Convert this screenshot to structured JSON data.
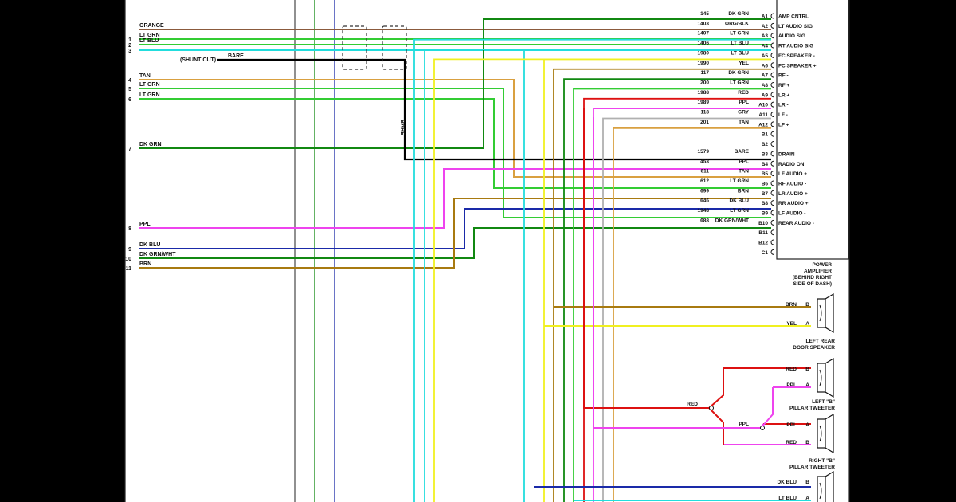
{
  "colors": {
    "orange": "#8b5a3c",
    "ltgrn": "#33cc33",
    "ltblu": "#22dddd",
    "tan": "#d9a040",
    "dkgrn": "#118811",
    "ppl": "#ee44ee",
    "dkblu": "#1a2aa8",
    "brn": "#a87a10",
    "yel": "#f0f020",
    "red": "#dd1111",
    "gry": "#b0b0b0",
    "bare": "#000000",
    "wire_gray": "#555555"
  },
  "left_connector": {
    "wires": [
      {
        "pin": "",
        "label": "ORANGE",
        "color": "orange"
      },
      {
        "pin": "1",
        "label": "LT GRN",
        "color": "ltgrn"
      },
      {
        "pin": "2",
        "label": "LT BLU",
        "color": "ltgrn"
      },
      {
        "pin": "3",
        "label": "",
        "color": "ltblu"
      },
      {
        "pin": "4",
        "label": "TAN",
        "color": "tan"
      },
      {
        "pin": "5",
        "label": "LT GRN",
        "color": "ltgrn"
      },
      {
        "pin": "6",
        "label": "LT GRN",
        "color": "ltgrn"
      },
      {
        "pin": "7",
        "label": "DK GRN",
        "color": "dkgrn"
      },
      {
        "pin": "8",
        "label": "PPL",
        "color": "ppl"
      },
      {
        "pin": "9",
        "label": "DK BLU",
        "color": "dkblu"
      },
      {
        "pin": "10",
        "label": "DK GRN/WHT",
        "color": "dkgrn"
      },
      {
        "pin": "11",
        "label": "BRN",
        "color": "brn"
      }
    ],
    "shunt_label": "(SHUNT CUT)",
    "bare_label": "BARE",
    "bare_vertical": "BARE"
  },
  "amplifier": {
    "pins": [
      {
        "circuit": "145",
        "color_label": "DK GRN",
        "pin": "A1",
        "function": "AMP CNTRL"
      },
      {
        "circuit": "1403",
        "color_label": "ORG/BLK",
        "pin": "A2",
        "function": "LT AUDIO SIG"
      },
      {
        "circuit": "1407",
        "color_label": "LT GRN",
        "pin": "A3",
        "function": "AUDIO SIG"
      },
      {
        "circuit": "1406",
        "color_label": "LT BLU",
        "pin": "A4",
        "function": "RT AUDIO SIG"
      },
      {
        "circuit": "1980",
        "color_label": "LT BLU",
        "pin": "A5",
        "function": "FC SPEAKER -"
      },
      {
        "circuit": "1990",
        "color_label": "YEL",
        "pin": "A6",
        "function": "FC SPEAKER +"
      },
      {
        "circuit": "117",
        "color_label": "DK GRN",
        "pin": "A7",
        "function": "RF -"
      },
      {
        "circuit": "200",
        "color_label": "LT GRN",
        "pin": "A8",
        "function": "RF +"
      },
      {
        "circuit": "1988",
        "color_label": "RED",
        "pin": "A9",
        "function": "LR +"
      },
      {
        "circuit": "1989",
        "color_label": "PPL",
        "pin": "A10",
        "function": "LR -"
      },
      {
        "circuit": "118",
        "color_label": "GRY",
        "pin": "A11",
        "function": "LF -"
      },
      {
        "circuit": "201",
        "color_label": "TAN",
        "pin": "A12",
        "function": "LF +"
      },
      {
        "circuit": "",
        "color_label": "",
        "pin": "B1",
        "function": ""
      },
      {
        "circuit": "",
        "color_label": "",
        "pin": "B2",
        "function": ""
      },
      {
        "circuit": "1579",
        "color_label": "BARE",
        "pin": "B3",
        "function": "DRAIN"
      },
      {
        "circuit": "453",
        "color_label": "PPL",
        "pin": "B4",
        "function": "RADIO ON"
      },
      {
        "circuit": "611",
        "color_label": "TAN",
        "pin": "B5",
        "function": "LF AUDIO +"
      },
      {
        "circuit": "612",
        "color_label": "LT GRN",
        "pin": "B6",
        "function": "RF AUDIO -"
      },
      {
        "circuit": "699",
        "color_label": "BRN",
        "pin": "B7",
        "function": "LR AUDIO +"
      },
      {
        "circuit": "646",
        "color_label": "DK BLU",
        "pin": "B8",
        "function": "RR AUDIO +"
      },
      {
        "circuit": "1948",
        "color_label": "LT GRN",
        "pin": "B9",
        "function": "LF AUDIO -"
      },
      {
        "circuit": "688",
        "color_label": "DK GRN/WHT",
        "pin": "B10",
        "function": "REAR AUDIO -"
      },
      {
        "circuit": "",
        "color_label": "",
        "pin": "B11",
        "function": ""
      },
      {
        "circuit": "",
        "color_label": "",
        "pin": "B12",
        "function": ""
      },
      {
        "circuit": "",
        "color_label": "",
        "pin": "C1",
        "function": ""
      }
    ],
    "title_lines": [
      "POWER",
      "AMPLIFIER",
      "(BEHIND RIGHT",
      "SIDE OF DASH)"
    ]
  },
  "speakers": [
    {
      "id": "left-rear",
      "terminals": [
        {
          "wire": "BRN",
          "term": "B",
          "color": "brn"
        },
        {
          "wire": "YEL",
          "term": "A",
          "color": "yel"
        }
      ],
      "caption_lines": [
        "LEFT REAR",
        "DOOR SPEAKER"
      ]
    },
    {
      "id": "left-tweeter",
      "terminals": [
        {
          "wire": "RED",
          "term": "B",
          "color": "red"
        },
        {
          "wire": "PPL",
          "term": "A",
          "color": "ppl"
        }
      ],
      "caption_lines": [
        "LEFT \"B\"",
        "PILLAR TWEETER"
      ]
    },
    {
      "id": "right-tweeter",
      "terminals": [
        {
          "wire": "PPL",
          "term": "A",
          "color": "ppl"
        },
        {
          "wire": "RED",
          "term": "B",
          "color": "red"
        }
      ],
      "caption_lines": [
        "RIGHT \"B\"",
        "PILLAR TWEETER"
      ]
    },
    {
      "id": "bottom-speaker",
      "terminals": [
        {
          "wire": "DK BLU",
          "term": "B",
          "color": "dkblu"
        },
        {
          "wire": "LT BLU",
          "term": "A",
          "color": "ltblu"
        }
      ],
      "caption_lines": []
    }
  ],
  "splices": {
    "red_label": "RED",
    "ppl_label": "PPL"
  }
}
